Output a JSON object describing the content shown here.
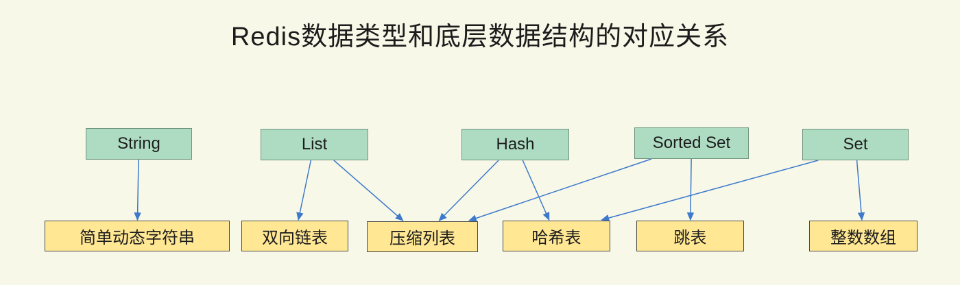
{
  "title": "Redis数据类型和底层数据结构的对应关系",
  "colors": {
    "background": "#f7f8e8",
    "type_box": "#aedcc2",
    "struct_box": "#ffe794",
    "border_type": "#6e937f",
    "border_struct": "#4a4a42",
    "arrow": "#3e79cc",
    "text": "#1c1c1c"
  },
  "diagram": {
    "types": [
      {
        "id": "string",
        "label": "String"
      },
      {
        "id": "list",
        "label": "List"
      },
      {
        "id": "hash",
        "label": "Hash"
      },
      {
        "id": "sorted_set",
        "label": "Sorted Set"
      },
      {
        "id": "set",
        "label": "Set"
      }
    ],
    "structures": [
      {
        "id": "sds",
        "label": "简单动态字符串"
      },
      {
        "id": "linkedlist",
        "label": "双向链表"
      },
      {
        "id": "ziplist",
        "label": "压缩列表"
      },
      {
        "id": "hashtable",
        "label": "哈希表"
      },
      {
        "id": "skiplist",
        "label": "跳表"
      },
      {
        "id": "intset",
        "label": "整数数组"
      }
    ],
    "edges": [
      {
        "from": "string",
        "to": "sds"
      },
      {
        "from": "list",
        "to": "linkedlist"
      },
      {
        "from": "list",
        "to": "ziplist"
      },
      {
        "from": "hash",
        "to": "ziplist"
      },
      {
        "from": "hash",
        "to": "hashtable"
      },
      {
        "from": "sorted_set",
        "to": "ziplist"
      },
      {
        "from": "sorted_set",
        "to": "skiplist"
      },
      {
        "from": "set",
        "to": "hashtable"
      },
      {
        "from": "set",
        "to": "intset"
      }
    ]
  }
}
